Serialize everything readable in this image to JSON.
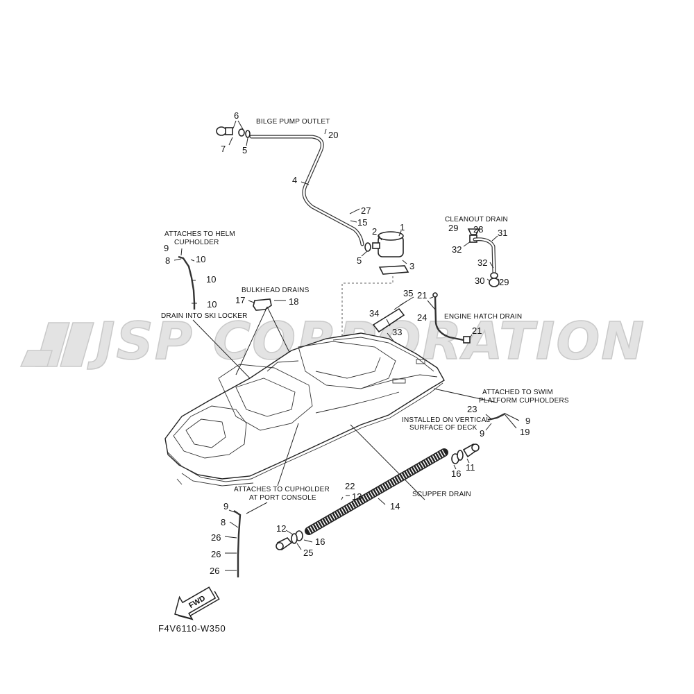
{
  "watermark": "JSP CORPORATION",
  "diagram_code": "F4V6110-W350",
  "fwd_label": "FWD",
  "captions": {
    "bilge_pump_outlet": "BILGE PUMP OUTLET",
    "cleanout_drain": "CLEANOUT DRAIN",
    "attaches_helm_1": "ATTACHES TO HELM",
    "attaches_helm_2": "CUPHOLDER",
    "bulkhead_drains": "BULKHEAD DRAINS",
    "drain_ski_locker": "DRAIN INTO SKI LOCKER",
    "engine_hatch_drain": "ENGINE HATCH DRAIN",
    "swim_platform_1": "ATTACHED TO SWIM",
    "swim_platform_2": "PLATFORM CUPHOLDERS",
    "vertical_surface_1": "INSTALLED ON VERTICAL",
    "vertical_surface_2": "SURFACE OF DECK",
    "port_console_1": "ATTACHES TO CUPHOLDER",
    "port_console_2": "AT PORT CONSOLE",
    "scupper_drain": "SCUPPER DRAIN"
  },
  "callouts": {
    "n6": "6",
    "n7": "7",
    "n5a": "5",
    "n20": "20",
    "n4": "4",
    "n27": "27",
    "n15": "15",
    "n2": "2",
    "n1": "1",
    "n5b": "5",
    "n3": "3",
    "n29a": "29",
    "n28": "28",
    "n31": "31",
    "n32a": "32",
    "n32b": "32",
    "n30": "30",
    "n29b": "29",
    "n9a": "9",
    "n8a": "8",
    "n10a": "10",
    "n10b": "10",
    "n10c": "10",
    "n17": "17",
    "n18": "18",
    "n35": "35",
    "n21a": "21",
    "n34": "34",
    "n33": "33",
    "n24": "24",
    "n21b": "21",
    "n23": "23",
    "n9b": "9",
    "n9c": "9",
    "n19": "19",
    "n16a": "16",
    "n11": "11",
    "n22": "22",
    "n13": "13",
    "n14": "14",
    "n9d": "9",
    "n8b": "8",
    "n26a": "26",
    "n26b": "26",
    "n26c": "26",
    "n12": "12",
    "n16b": "16",
    "n25": "25"
  }
}
